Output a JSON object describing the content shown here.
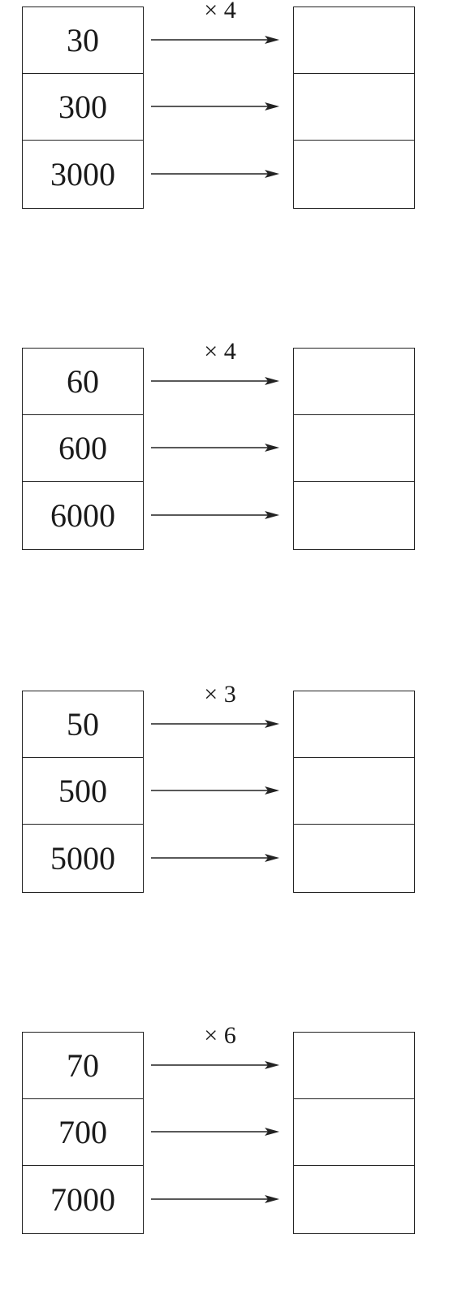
{
  "groups": [
    {
      "multiplier": "× 4",
      "inputs": [
        "30",
        "300",
        "3000"
      ],
      "outputs": [
        "",
        "",
        ""
      ]
    },
    {
      "multiplier": "× 4",
      "inputs": [
        "60",
        "600",
        "6000"
      ],
      "outputs": [
        "",
        "",
        ""
      ]
    },
    {
      "multiplier": "× 3",
      "inputs": [
        "50",
        "500",
        "5000"
      ],
      "outputs": [
        "",
        "",
        ""
      ]
    },
    {
      "multiplier": "× 6",
      "inputs": [
        "70",
        "700",
        "7000"
      ],
      "outputs": [
        "",
        "",
        ""
      ]
    }
  ]
}
